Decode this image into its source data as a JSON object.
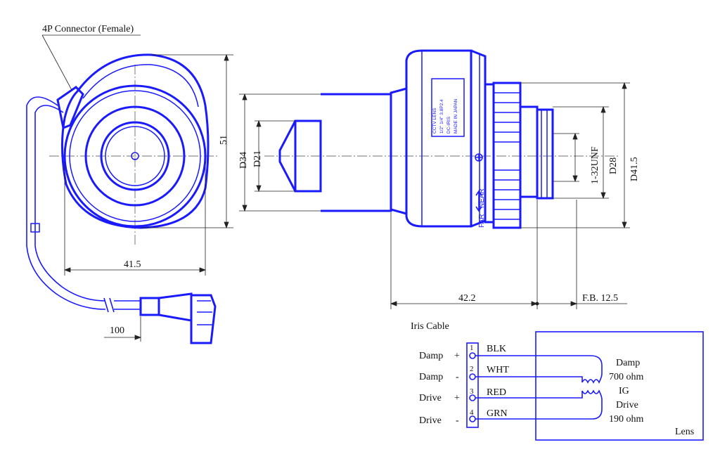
{
  "front_view": {
    "connector_label": "4P Connector (Female)",
    "dim_height": "51",
    "dim_width": "41.5",
    "dim_cable": "100"
  },
  "side_view": {
    "dim_d34": "D34",
    "dim_d21": "D21",
    "dim_thread": "1-32UNF",
    "dim_d28": "D28",
    "dim_d415": "D41.5",
    "dim_length": "42.2",
    "dim_fb": "F.B. 12.5",
    "near_label": "NEAR",
    "far_label": "FAR",
    "lens_label_lines": [
      "CCTV LENS",
      "1/2\"  1/4\"  3.8P2.4",
      "DC-IRIS",
      "MADE IN JAPAN"
    ]
  },
  "iris_cable": {
    "title": "Iris Cable",
    "pins": [
      {
        "number": "1",
        "signal": "Damp",
        "polarity": "+",
        "color": "BLK"
      },
      {
        "number": "2",
        "signal": "Damp",
        "polarity": "-",
        "color": "WHT"
      },
      {
        "number": "3",
        "signal": "Drive",
        "polarity": "+",
        "color": "RED"
      },
      {
        "number": "4",
        "signal": "Drive",
        "polarity": "-",
        "color": "GRN"
      }
    ],
    "coil_labels": [
      "Damp",
      "700 ohm",
      "IG",
      "Drive",
      "190 ohm"
    ],
    "box_label": "Lens"
  },
  "colors": {
    "drawing": "#1a1aff",
    "dimension": "#222222"
  }
}
